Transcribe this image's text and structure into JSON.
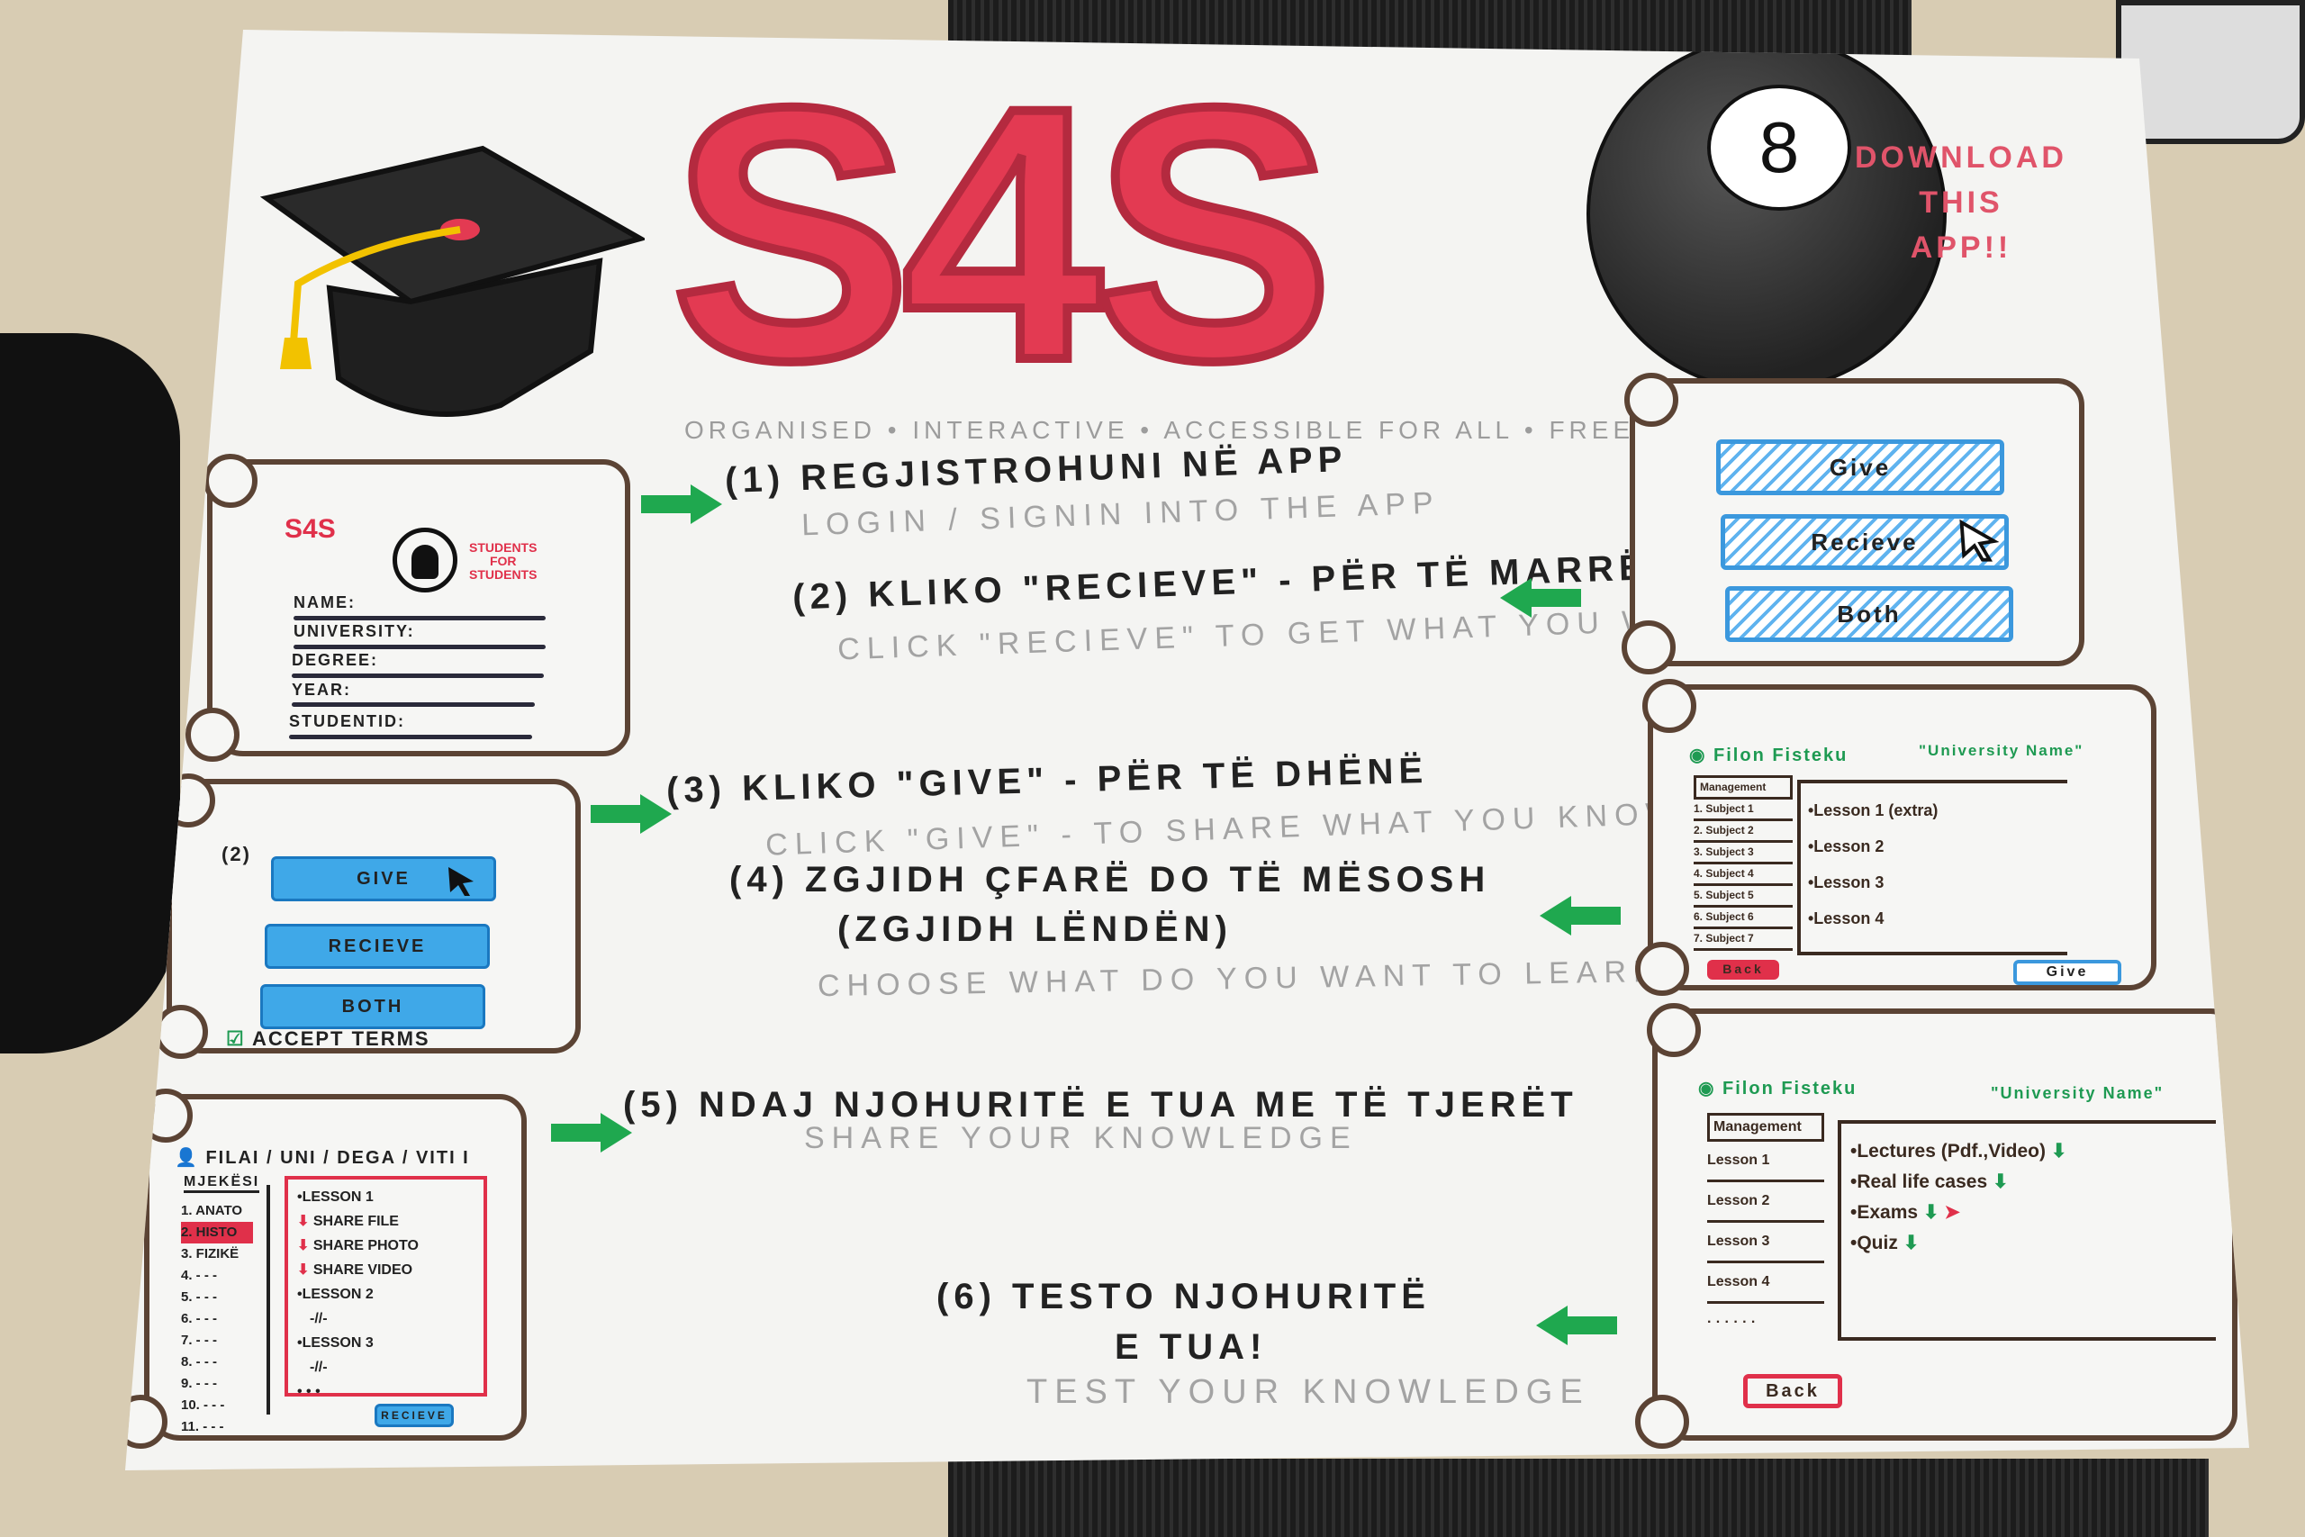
{
  "title": "S4S",
  "tagline": "ORGANISED • INTERACTIVE • ACCESSIBLE FOR ALL • FREE",
  "eight_ball_number": "8",
  "download": [
    "DOWNLOAD",
    "THIS",
    "APP!!"
  ],
  "steps": [
    {
      "number": "1",
      "text": "REGJISTROHUNI NË APP",
      "subtitle": "LOGIN / SIGNIN INTO THE APP"
    },
    {
      "number": "2",
      "text": "KLIKO \"RECIEVE\" - PËR TË MARRË",
      "subtitle": "CLICK \"RECIEVE\" TO GET WHAT YOU WANT"
    },
    {
      "number": "3",
      "text": "KLIKO \"GIVE\" - PËR TË DHËNË",
      "subtitle": "CLICK \"GIVE\" - TO SHARE WHAT YOU KNOW"
    },
    {
      "number": "4",
      "text": "ZGJIDH ÇFARË DO TË MËSOSH",
      "text2": "(ZGJIDH LËNDËN)",
      "subtitle": "CHOOSE WHAT DO YOU WANT TO LEARN"
    },
    {
      "number": "5",
      "text": "NDAJ NJOHURITË E TUA ME TË TJERËT",
      "subtitle": "SHARE YOUR KNOWLEDGE"
    },
    {
      "number": "6",
      "text": "TESTO NJOHURITË",
      "text2": "E TUA!",
      "subtitle": "TEST YOUR KNOWLEDGE"
    }
  ],
  "login_scroll": {
    "logo": "S4S",
    "slogan": [
      "STUDENTS",
      "FOR",
      "STUDENTS"
    ],
    "fields": [
      "NAME:",
      "UNIVERSITY:",
      "DEGREE:",
      "YEAR:",
      "STUDENTID:"
    ]
  },
  "choice_scroll": {
    "index": "2",
    "buttons": [
      "GIVE",
      "RECIEVE",
      "BOTH"
    ],
    "accept": "ACCEPT TERMS"
  },
  "share_scroll": {
    "header": "FILAI / UNI / DEGA / VITI I",
    "faculty": "MJEKËSI",
    "subjects": [
      "1. ANATO",
      "2. HISTO",
      "3. FIZIKË",
      "4. - - -",
      "5. - - -",
      "6. - - -",
      "7. - - -",
      "8. - - -",
      "9. - - -",
      "10. - - -",
      "11. - - -"
    ],
    "lessons": [
      {
        "title": "•LESSON 1",
        "items": [
          "SHARE FILE",
          "SHARE PHOTO",
          "SHARE VIDEO"
        ]
      },
      {
        "title": "•LESSON 2",
        "items": [
          "-//-"
        ]
      },
      {
        "title": "•LESSON 3",
        "items": [
          "-//-"
        ]
      }
    ],
    "ellipsis": "• • •",
    "button": "RECIEVE"
  },
  "mode_scroll": {
    "buttons": [
      "Give",
      "Recieve",
      "Both"
    ]
  },
  "subject_scroll": {
    "user": "Filon Fisteku",
    "university": "\"University Name\"",
    "tab": "Management",
    "subjects": [
      "1. Subject 1",
      "2. Subject 2",
      "3. Subject 3",
      "4. Subject 4",
      "5. Subject 5",
      "6. Subject 6",
      "7. Subject 7"
    ],
    "lessons": [
      "•Lesson 1 (extra)",
      "•Lesson 2",
      "•Lesson 3",
      "•Lesson 4"
    ],
    "back": "Back",
    "give": "Give"
  },
  "lesson_scroll": {
    "user": "Filon Fisteku",
    "university": "\"University Name\"",
    "tab": "Management",
    "lessons": [
      "Lesson 1",
      "Lesson 2",
      "Lesson 3",
      "Lesson 4"
    ],
    "more": "· · · · · ·",
    "materials": [
      "•Lectures (Pdf.,Video)",
      "•Real life cases",
      "•Exams",
      "•Quiz"
    ],
    "back": "Back"
  }
}
